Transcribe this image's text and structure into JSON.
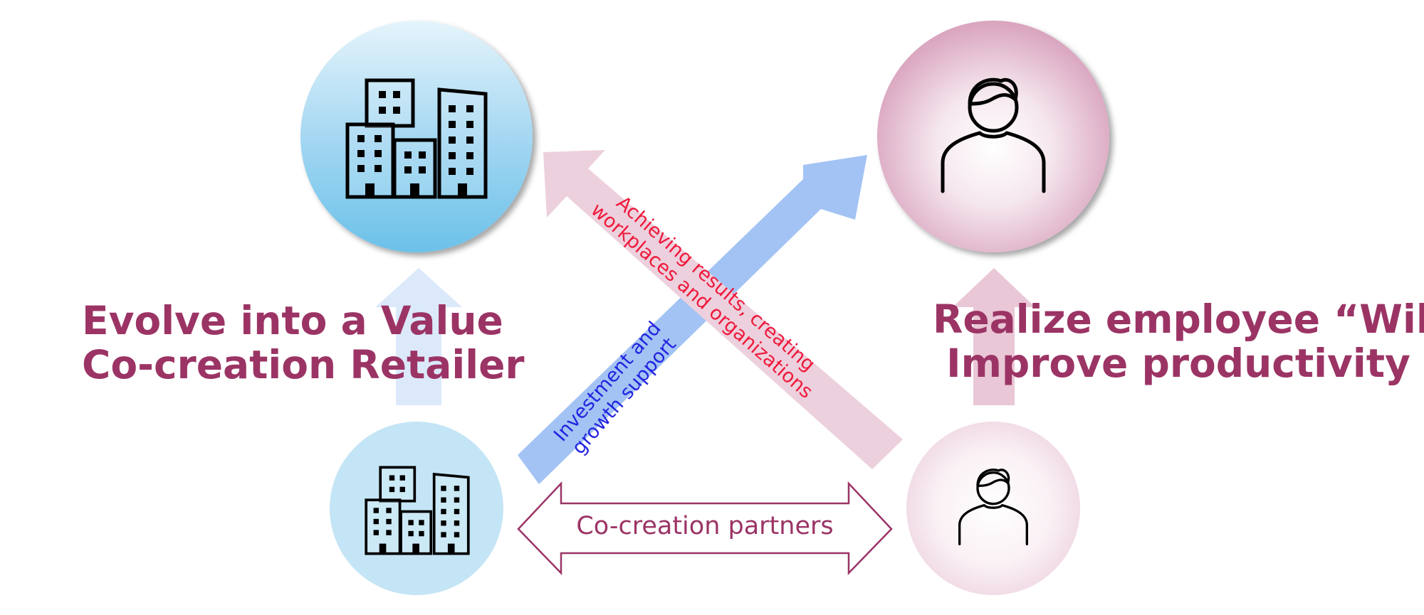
{
  "headings": {
    "left": [
      "Evolve into a Value",
      "Co-creation Retailer"
    ],
    "right": [
      "Realize employee “Will”",
      "Improve productivity"
    ]
  },
  "arrows": {
    "investment": [
      "Investment and",
      "growth support"
    ],
    "achievement": [
      "Achieving results, creating",
      "workplaces and organizations"
    ],
    "partners": "Co-creation partners"
  },
  "icons": {
    "company": "buildings-icon",
    "employee": "person-icon"
  },
  "colors": {
    "heading": "#9b3465",
    "investment_text": "#2323e0",
    "achievement_text": "#ee1a3c",
    "blue_arrow": "#a3c3f4",
    "pink_arrow": "#edd0dd",
    "company_circle": "#c4e5f5",
    "employee_circle": "#f5e3ea"
  }
}
